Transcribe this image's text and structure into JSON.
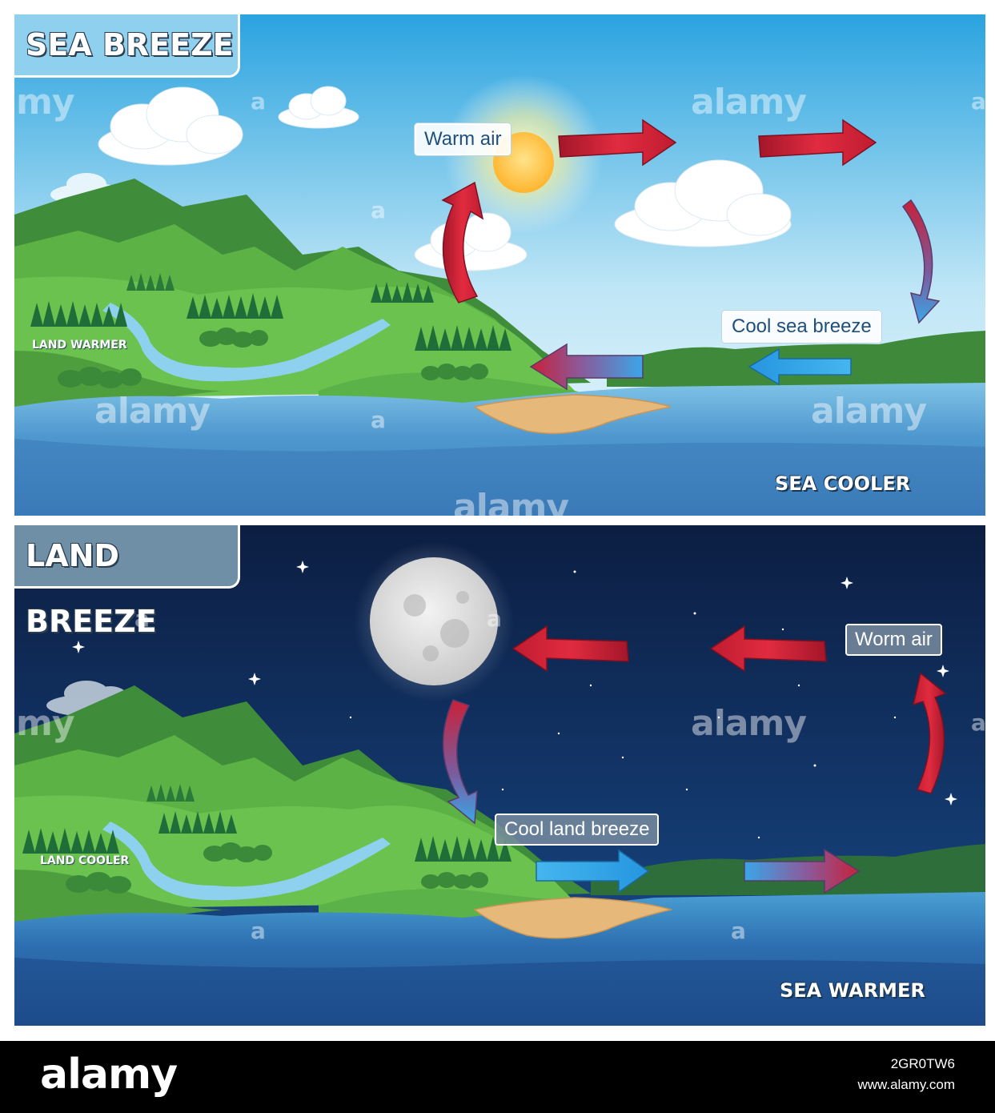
{
  "sea_breeze": {
    "title": "SEA BREEZE",
    "warm_air_label": "Warm air",
    "cool_breeze_label": "Cool sea breeze",
    "land_label": "LAND WARMER",
    "sea_label": "SEA COOLER"
  },
  "land_breeze": {
    "title": "LAND BREEZE",
    "warm_air_label": "Worm air",
    "cool_breeze_label": "Cool land breeze",
    "land_label": "LAND COOLER",
    "sea_label": "SEA WARMER"
  },
  "watermark": {
    "brand": "alamy",
    "brand_short": "a",
    "brand_partial": "my"
  },
  "footer": {
    "logo": "alamy",
    "image_id": "2GR0TW6",
    "site": "www.alamy.com"
  },
  "colors": {
    "sky_day_top": "#2fa6e0",
    "sky_day_bottom": "#e6f6fc",
    "sky_night_top": "#0d2147",
    "sky_night_bottom": "#1a4d8c",
    "warm_arrow": "#d21f37",
    "cool_arrow": "#2a9be0",
    "hills": "#4caf3a",
    "sea": "#3f86c2",
    "sand": "#e6b97a"
  }
}
